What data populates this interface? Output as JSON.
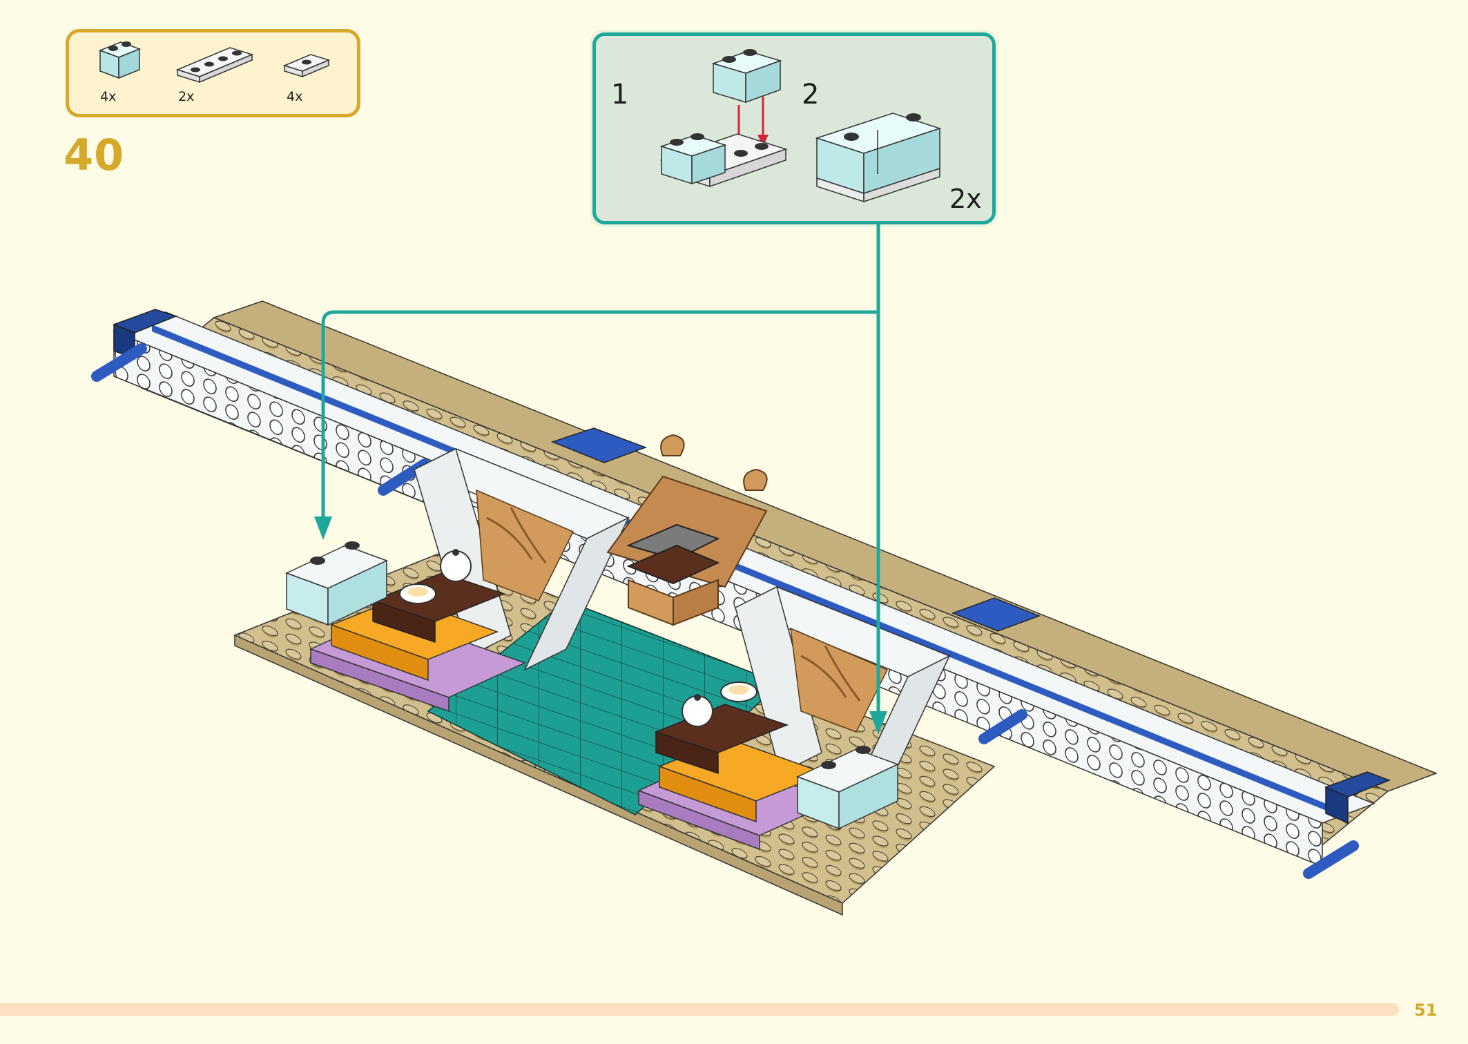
{
  "parts_list": {
    "items": [
      {
        "name": "trans-light-blue-brick-1x2",
        "qty": "4x"
      },
      {
        "name": "white-plate-1x4",
        "qty": "2x"
      },
      {
        "name": "white-tile-1x2-with-stud",
        "qty": "4x"
      }
    ]
  },
  "step": {
    "number": "40"
  },
  "callout": {
    "substeps": [
      {
        "number": "1"
      },
      {
        "number": "2"
      }
    ],
    "multiplier": "2x"
  },
  "page": {
    "number": "51"
  },
  "colors": {
    "background": "#fefbe6",
    "parts_border": "#d5a92a",
    "callout_border": "#1ea89c",
    "tan": "#d2bf8e",
    "teal": "#1e9f94",
    "white_brick": "#f4f7f8",
    "trans_blue": "#c6ecec",
    "dark_brown": "#5b2f1e",
    "orange": "#f7a824",
    "lavender": "#c59ad6",
    "blue": "#2d5bc0",
    "gold": "#d29a5b",
    "red_arrow": "#d6273a"
  }
}
